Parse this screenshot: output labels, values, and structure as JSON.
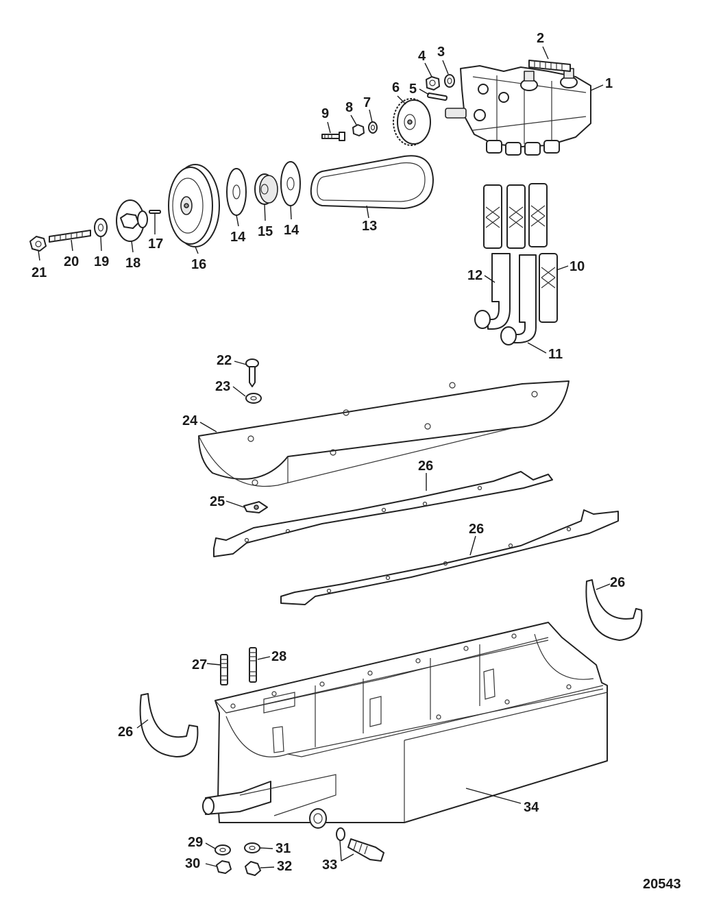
{
  "figure_number": "20543",
  "callouts": [
    {
      "id": "c1",
      "text": "1"
    },
    {
      "id": "c2",
      "text": "2"
    },
    {
      "id": "c3",
      "text": "3"
    },
    {
      "id": "c4",
      "text": "4"
    },
    {
      "id": "c5",
      "text": "5"
    },
    {
      "id": "c6",
      "text": "6"
    },
    {
      "id": "c7",
      "text": "7"
    },
    {
      "id": "c8",
      "text": "8"
    },
    {
      "id": "c9",
      "text": "9"
    },
    {
      "id": "c10",
      "text": "10"
    },
    {
      "id": "c11",
      "text": "11"
    },
    {
      "id": "c12",
      "text": "12"
    },
    {
      "id": "c13",
      "text": "13"
    },
    {
      "id": "c14a",
      "text": "14"
    },
    {
      "id": "c14b",
      "text": "14"
    },
    {
      "id": "c15",
      "text": "15"
    },
    {
      "id": "c16",
      "text": "16"
    },
    {
      "id": "c17",
      "text": "17"
    },
    {
      "id": "c18",
      "text": "18"
    },
    {
      "id": "c19",
      "text": "19"
    },
    {
      "id": "c20",
      "text": "20"
    },
    {
      "id": "c21",
      "text": "21"
    },
    {
      "id": "c22",
      "text": "22"
    },
    {
      "id": "c23",
      "text": "23"
    },
    {
      "id": "c24",
      "text": "24"
    },
    {
      "id": "c25",
      "text": "25"
    },
    {
      "id": "c26a",
      "text": "26"
    },
    {
      "id": "c26b",
      "text": "26"
    },
    {
      "id": "c26c",
      "text": "26"
    },
    {
      "id": "c26d",
      "text": "26"
    },
    {
      "id": "c27",
      "text": "27"
    },
    {
      "id": "c28",
      "text": "28"
    },
    {
      "id": "c29",
      "text": "29"
    },
    {
      "id": "c30",
      "text": "30"
    },
    {
      "id": "c31",
      "text": "31"
    },
    {
      "id": "c32",
      "text": "32"
    },
    {
      "id": "c33",
      "text": "33"
    },
    {
      "id": "c34",
      "text": "34"
    }
  ]
}
